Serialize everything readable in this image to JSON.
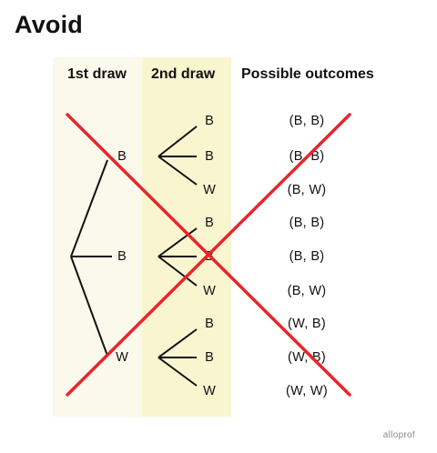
{
  "title": "Avoid",
  "headers": {
    "first_draw": "1st draw",
    "second_draw": "2nd draw",
    "outcomes": "Possible outcomes"
  },
  "first_draw_labels": [
    "B",
    "B",
    "W"
  ],
  "second_draw_labels": [
    "B",
    "B",
    "W",
    "B",
    "B",
    "W",
    "B",
    "B",
    "W"
  ],
  "outcomes": [
    "(B, B)",
    "(B, B)",
    "(B, W)",
    "(B, B)",
    "(B, B)",
    "(B, W)",
    "(W, B)",
    "(W, B)",
    "(W, W)"
  ],
  "cross_color": "#e8252b",
  "branch_color": "#111111",
  "brand": "alloprof"
}
